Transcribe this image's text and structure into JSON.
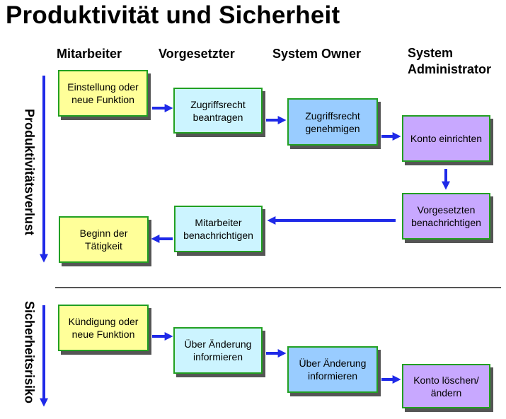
{
  "title": "Produktivität und Sicherheit",
  "columns": {
    "mitarbeiter": "Mitarbeiter",
    "vorgesetzter": "Vorgesetzter",
    "system_owner": "System Owner",
    "system_admin_line1": "System",
    "system_admin_line2": "Administrator"
  },
  "sections": {
    "top_label": "Produktivitätsverlust",
    "bottom_label": "Sicherheitsrisiko"
  },
  "boxes": {
    "einstellung": "Einstellung oder neue Funktion",
    "zugriff_beantragen": "Zugriffsrecht beantragen",
    "zugriff_genehmigen": "Zugriffsrecht genehmigen",
    "konto_einrichten": "Konto einrichten",
    "vorgesetzten_benachrichtigen": "Vorgesetzten benachrichtigen",
    "mitarbeiter_benachrichtigen": "Mitarbeiter benachrichtigen",
    "beginn": "Beginn der Tätigkeit",
    "kuendigung": "Kündigung oder neue Funktion",
    "ueber_aenderung_1": "Über Änderung informieren",
    "ueber_aenderung_2": "Über Änderung informieren",
    "konto_loeschen": "Konto löschen/ändern"
  },
  "colors": {
    "box_border": "#22a022",
    "arrow": "#1f2ae8",
    "yellow": "#ffff99",
    "cyan": "#ccf4ff",
    "blue": "#99ccff",
    "violet": "#c8a8ff"
  }
}
